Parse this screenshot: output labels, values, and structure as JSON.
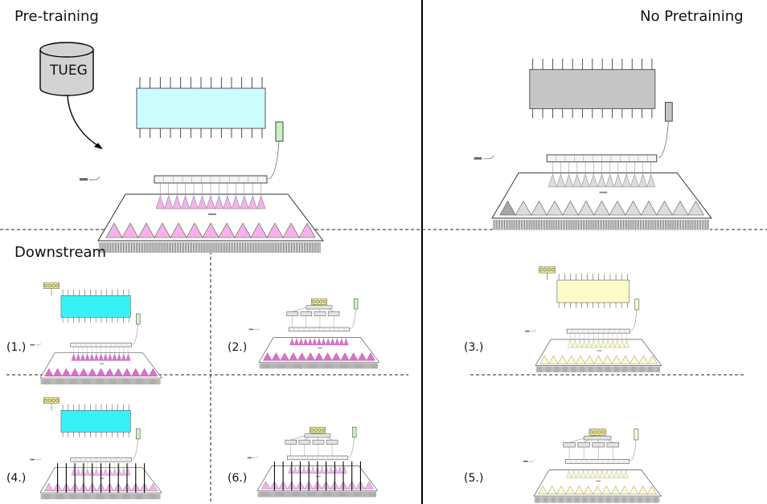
{
  "sections": {
    "pretraining": "Pre-training",
    "no_pretraining": "No Pretraining",
    "downstream": "Downstream"
  },
  "database_label": "TUEG",
  "steps": [
    "(1.)",
    "(2.)",
    "(3.)",
    "(4.)",
    "(5.)",
    "(6.)"
  ],
  "colors": {
    "pink": "#f2b3ea",
    "magenta": "#e36ad3",
    "gray_triangle": "#dcdcdc",
    "dark_gray": "#a7a7a7",
    "cyan_light": "#cdfcfd",
    "cyan": "#36f1f5",
    "gray_box": "#c6c6c6",
    "yellow": "#fdfbc9",
    "green": "#c9f4c1",
    "head": "#f2eb95"
  }
}
